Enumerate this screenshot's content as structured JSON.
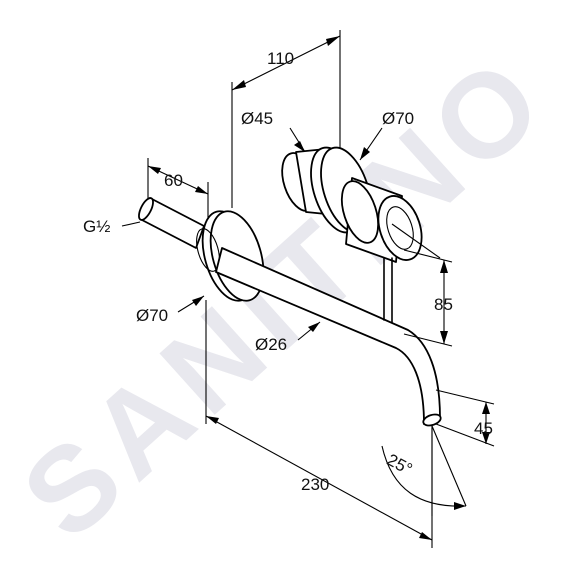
{
  "dimensions": {
    "total_length": "110",
    "rosette_small": "Ø45",
    "rosette_large": "Ø70",
    "pipe_length": "60",
    "thread": "G½",
    "spout_rosette": "Ø70",
    "spout_diameter": "Ø26",
    "height": "85",
    "outlet_height": "45",
    "projection": "230",
    "angle": "25°"
  },
  "watermark": "SANITINO",
  "colors": {
    "line": "#000000",
    "watermark": "#e8e8ee"
  }
}
